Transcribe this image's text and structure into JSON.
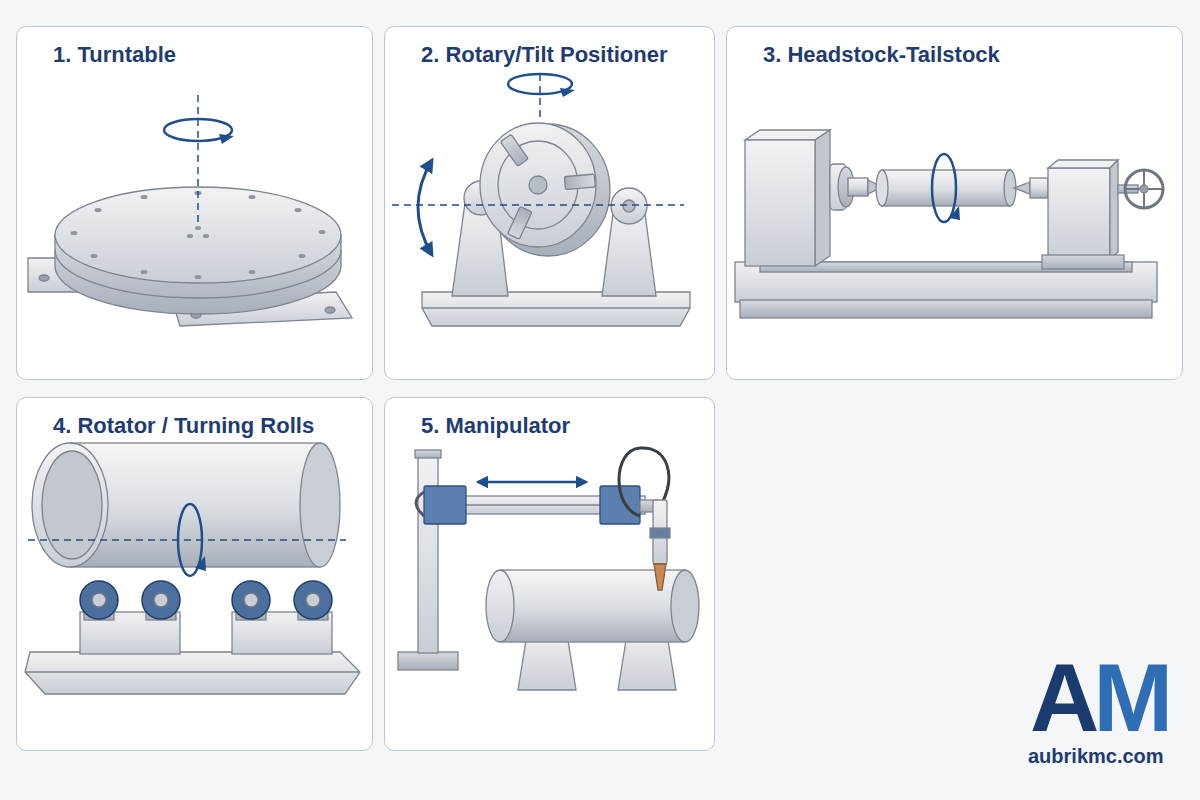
{
  "diagram": {
    "nodes": [
      {
        "text": [
          "1. Turntable"
        ]
      },
      {
        "text": [
          "2. Rotary/Tilt Positioner"
        ]
      },
      {
        "text": [
          "3. Headstock-Tailstock"
        ]
      },
      {
        "text": [
          "4. Rotator / Turning Rolls"
        ]
      },
      {
        "text": [
          "5. Manipulator"
        ]
      }
    ],
    "labels": [
      "AM",
      "aubrikmc.com"
    ]
  }
}
